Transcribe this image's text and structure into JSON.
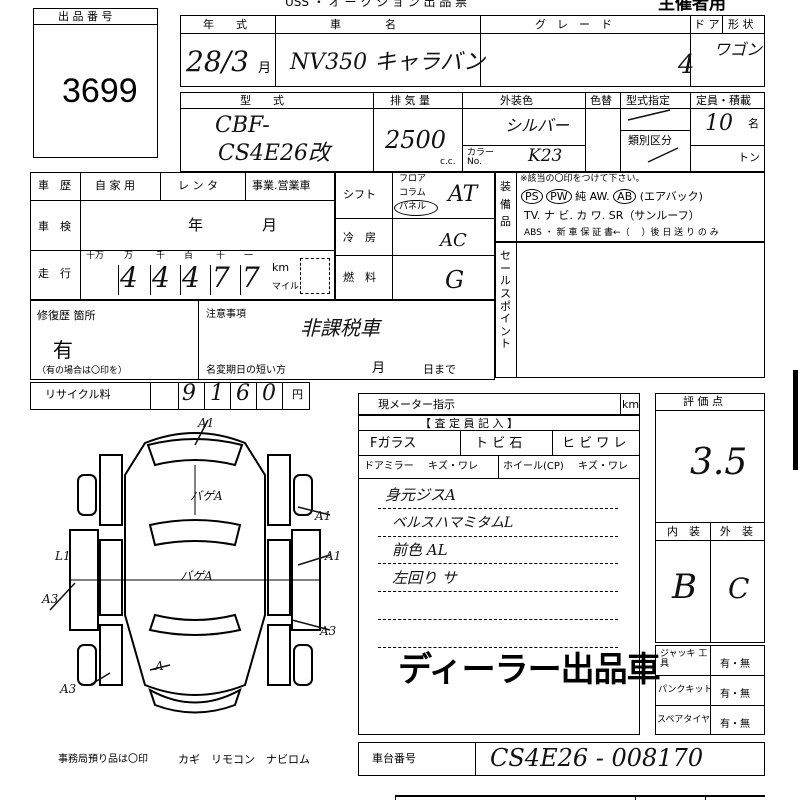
{
  "header": {
    "title_top": "USS ・ オ ー ク シ ョ ン 出 品 票",
    "owner_label": "主催者用"
  },
  "lot": {
    "label": "出 品 番 号",
    "number": "3699"
  },
  "row1": {
    "year_label": "年　　式",
    "name_label": "車　　　　名",
    "grade_label": "グ　レ　ー　ド",
    "door_label": "ド ア",
    "type_label": "形 状",
    "year_value": "28/3",
    "year_suffix": "月",
    "name_value": "NV350 キャラバン",
    "door_value": "4",
    "type_value": "ワゴン"
  },
  "row2": {
    "model_label": "型　　式",
    "disp_label": "排 気 量",
    "color_label": "外装色",
    "color_type_label": "色替",
    "form_label": "型式指定",
    "class_label": "類別区分",
    "cap_label": "定員・積載",
    "model_value1": "CBF-",
    "model_value2": "CS4E26改",
    "disp_value": "2500",
    "disp_unit": "c.c.",
    "color_value": "シルバー",
    "color_no_label": "カラー No.",
    "color_no_value": "K23",
    "cap_value": "10",
    "cap_unit": "名",
    "ton_unit": "トン"
  },
  "history": {
    "label": "車　歴",
    "opt1": "自 家 用",
    "opt2": "レ ン タ",
    "opt3": "事業.営業車",
    "inspection_label": "車　検",
    "year_unit": "年",
    "month_unit": "月",
    "mileage_label": "走　行",
    "digits_labels": [
      "十万",
      "万",
      "千",
      "百",
      "十",
      "一"
    ],
    "digits": [
      "4",
      "4",
      "4",
      "7",
      "7"
    ],
    "km_label": "km",
    "mile_label": "マイル"
  },
  "shift": {
    "label": "シフト",
    "options": [
      "フロア",
      "コラム",
      "パネル"
    ],
    "value": "AT",
    "ac_label": "冷　房",
    "ac_value": "AC",
    "fuel_label": "燃　料",
    "fuel_value": "G"
  },
  "equipment": {
    "label": "装 備 品",
    "note": "※該当の〇印をつけて下さい。",
    "line1": [
      "PS",
      "PW",
      "純 AW.",
      "AB",
      "(エアバック)"
    ],
    "line2": "TV. ナ ビ. カ ワ. SR（サンルーフ）",
    "line3": "ABS ・ 新 車 保 証 書←（ 　）後 日 送 り の み",
    "sales_label": "セールスポイント"
  },
  "repair": {
    "label": "修復歴 箇所",
    "value": "有",
    "note": "（有の場合は〇印を）",
    "attention_label": "注意事項",
    "attention_value": "非課税車",
    "transfer_label": "名変期日の短い方",
    "month": "月",
    "day": "日まで"
  },
  "recycle": {
    "label": "リサイクル料",
    "digits": [
      "9",
      "1",
      "6",
      "0"
    ],
    "unit": "円"
  },
  "meter": {
    "label": "現メーター指示",
    "unit": "km",
    "inspector_label": "【 査 定 員 記 入 】",
    "glass_label": "Fガラス",
    "glass_value1": "ト ビ 石",
    "glass_value2": "ヒ ビ ワ レ",
    "mirror_label": "ドアミラー",
    "mirror_value": "キズ・ワレ",
    "wheel_label": "ホイール(CP)",
    "wheel_value": "キズ・ワレ",
    "notes": [
      "身元ジスA",
      "ベルスハマミタムL",
      "前色 AL",
      "左回り サ"
    ]
  },
  "eval": {
    "label": "評 価 点",
    "value": "3.5",
    "interior_label": "内　装",
    "exterior_label": "外　装",
    "interior_value": "B",
    "exterior_value": "C"
  },
  "accessories": [
    {
      "label": "ジャッキ 工具",
      "value": "有・無"
    },
    {
      "label": "パンクキット",
      "value": "有・無"
    },
    {
      "label": "スペアタイヤ",
      "value": "有・無"
    }
  ],
  "stamp": "ディーラー出品車",
  "diagram": {
    "marks": [
      "A1",
      "バゲA",
      "バゲA",
      "A1",
      "A1",
      "A3",
      "A3",
      "A3",
      "L1",
      "A"
    ],
    "bottom_note": "事務局預り品は〇印",
    "bottom_items": "カギ　リモコン　ナビロム"
  },
  "chassis": {
    "label": "車台番号",
    "value": "CS4E26 - 008170"
  }
}
